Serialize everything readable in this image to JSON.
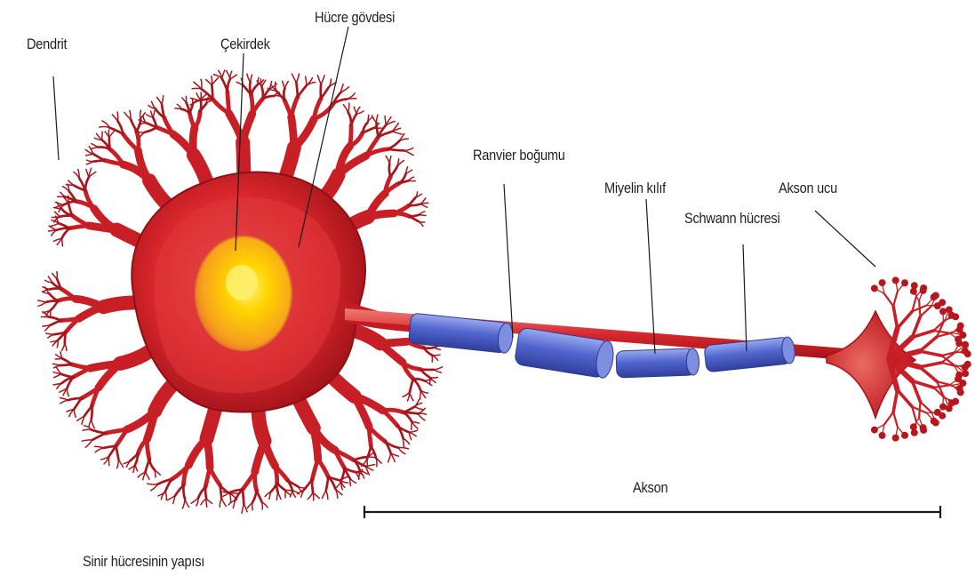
{
  "labels": {
    "dendrite": "Dendrit",
    "nucleus": "Çekirdek",
    "cell_body": "Hücre gövdesi",
    "node_of_ranvier": "Ranvier boğumu",
    "myelin_sheath": "Miyelin kılıf",
    "axon_terminal": "Akson ucu",
    "schwann_cell": "Schwann hücresi",
    "axon": "Akson",
    "caption": "Sinir hücresinin yapısı"
  },
  "colors": {
    "neuron_red": "#d4252b",
    "neuron_dark": "#8e0f16",
    "myelin_blue": "#4a5fc4",
    "nucleus_yellow": "#ffd21e",
    "line": "#1a1a1a"
  }
}
